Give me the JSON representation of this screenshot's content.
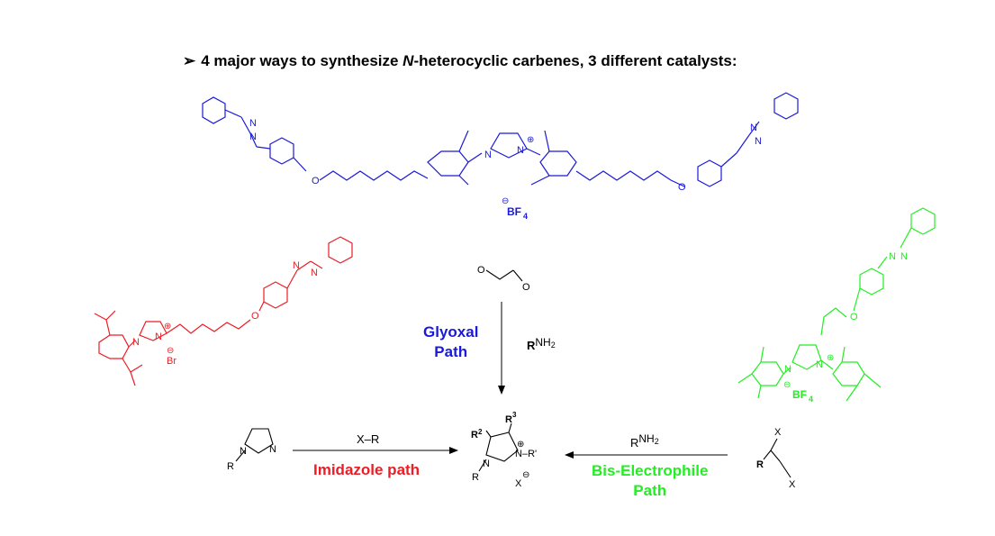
{
  "title": {
    "bullet": "➢",
    "prefix": "4 major ways to synthesize ",
    "italic": "N",
    "suffix": "-heterocyclic carbenes, 3 different catalysts:"
  },
  "paths": {
    "glyoxal_line1": "Glyoxal",
    "glyoxal_line2": "Path",
    "imidazole": "Imidazole path",
    "bis_line1": "Bis-Electrophile",
    "bis_line2": "Path"
  },
  "reagents": {
    "rnh2_top_r": "R",
    "rnh2_top_nh2": "NH",
    "rnh2_top_sub": "2",
    "xr": "X–R",
    "rnh2_right_r": "R",
    "rnh2_right_nh2": "NH",
    "rnh2_right_sub": "2"
  },
  "atoms": {
    "N": "N",
    "O": "O",
    "R": "R",
    "X": "X",
    "BF": "BF",
    "four": "4",
    "Br": "Br",
    "R2": "R",
    "R2sup": "2",
    "R3": "R",
    "R3sup": "3",
    "Rprime": "–R'",
    "plus": "⊕",
    "minus": "⊖"
  },
  "colors": {
    "blue": "#1a1ad8",
    "red": "#ee1c24",
    "green": "#22ee22",
    "black": "#000000"
  }
}
